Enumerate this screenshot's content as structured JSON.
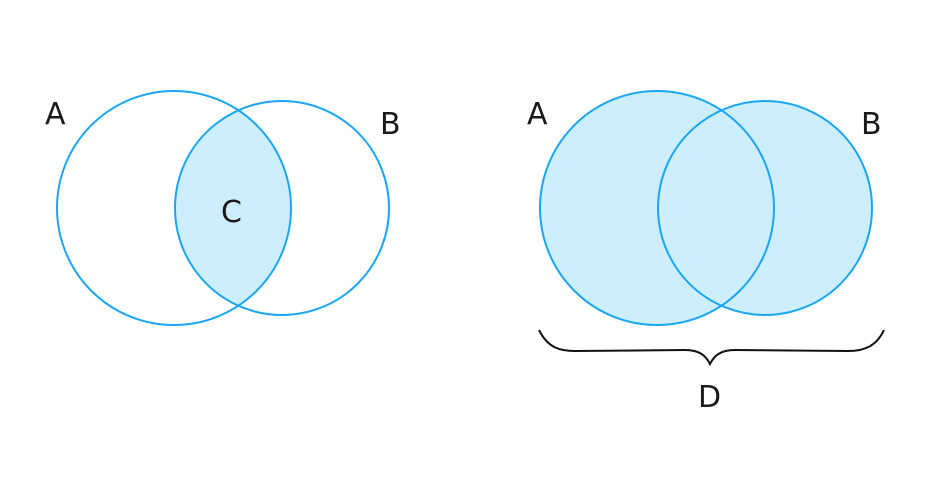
{
  "left_diagram": {
    "label_a": "A",
    "label_b": "B",
    "label_c": "C"
  },
  "right_diagram": {
    "label_a": "A",
    "label_b": "B",
    "label_d": "D"
  },
  "colors": {
    "stroke": "#1aa6f5",
    "fill": "#cdeefd",
    "text": "#1a1a1a"
  }
}
